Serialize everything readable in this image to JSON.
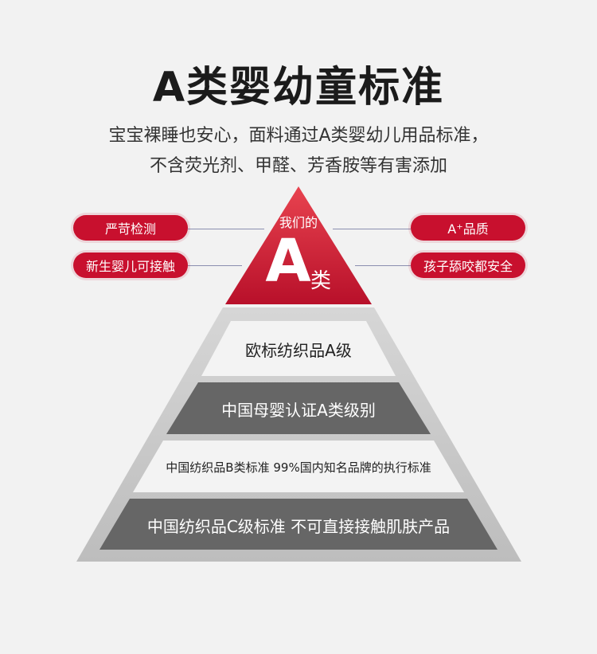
{
  "header": {
    "title": "A类婴幼童标准",
    "subtitle_line1": "宝宝裸睡也安心，面料通过A类婴幼儿用品标准，",
    "subtitle_line2": "不含荧光剂、甲醛、芳香胺等有害添加"
  },
  "apex": {
    "top_text": "我们的",
    "big_letter": "A",
    "small_text": "类"
  },
  "left_tags": [
    "严苛检测",
    "新生婴儿可接触"
  ],
  "right_tags": [
    "A⁺品质",
    "孩子舔咬都安全"
  ],
  "tiers": [
    {
      "text": "欧标纺织品A级"
    },
    {
      "text": "中国母婴认证A类级别"
    },
    {
      "text": "中国纺织品B类标准 99%国内知名品牌的执行标准"
    },
    {
      "text": "中国纺织品C级标准 不可直接接触肌肤产品"
    }
  ],
  "colors": {
    "accent": "#c8102e",
    "pyramid_frame": "#c9c9c9",
    "tier_light": "#f3f3f3",
    "tier_dark": "#666666"
  }
}
